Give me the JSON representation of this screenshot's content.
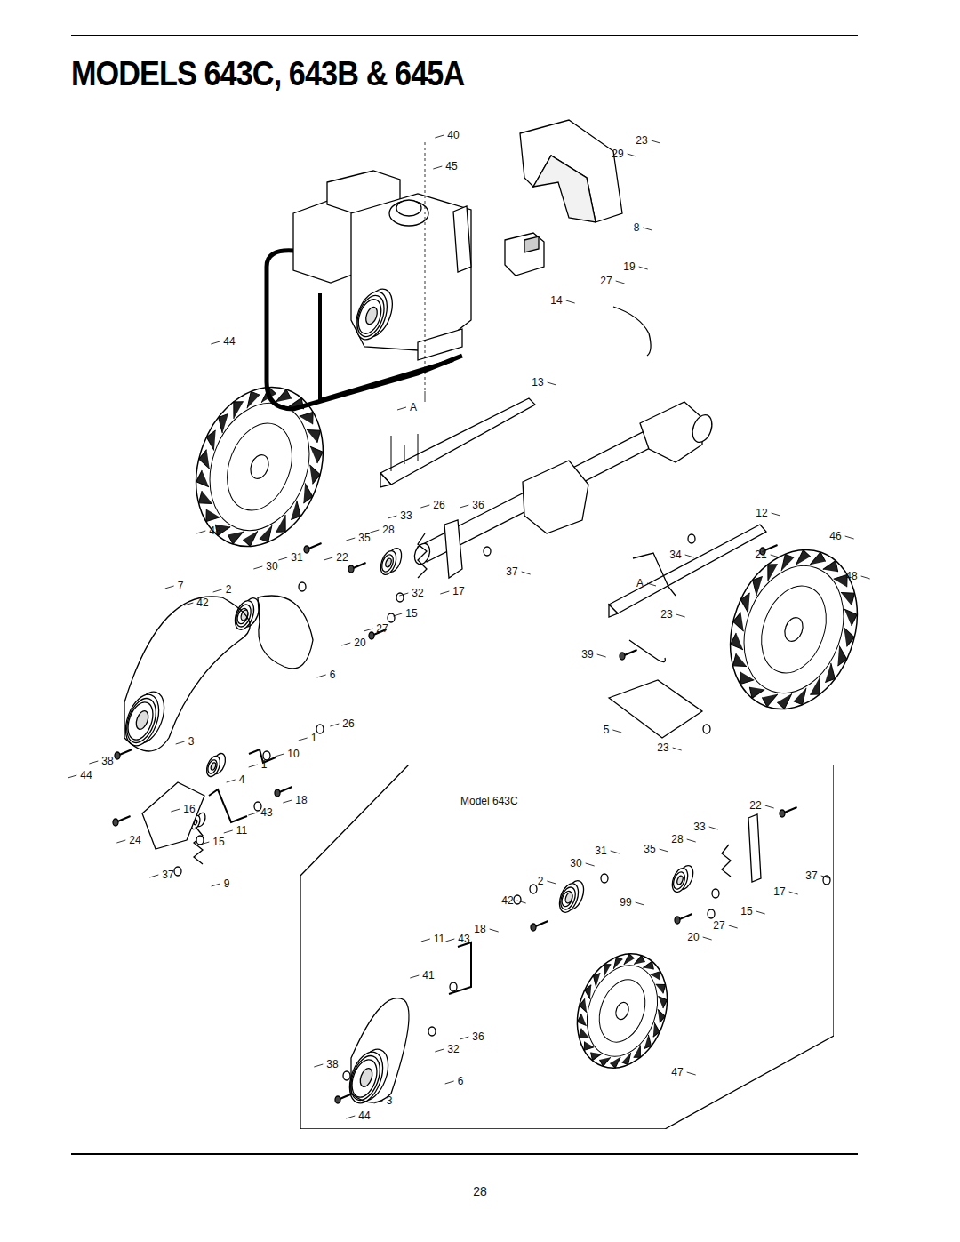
{
  "diagram": {
    "title": "MODELS 643C, 643B & 645A",
    "nodes": [
      {
        "text": [
          "Model 643C"
        ]
      }
    ],
    "labels": [
      "40",
      "45",
      "23",
      "29",
      "8",
      "19",
      "27",
      "14",
      "44",
      "13",
      "A",
      "48",
      "26",
      "36",
      "33",
      "28",
      "35",
      "31",
      "22",
      "30",
      "12",
      "46",
      "34",
      "21",
      "37",
      "7",
      "2",
      "42",
      "32",
      "17",
      "A",
      "48",
      "15",
      "23",
      "27",
      "20",
      "39",
      "6",
      "26",
      "1",
      "10",
      "1",
      "3",
      "5",
      "23",
      "38",
      "44",
      "4",
      "18",
      "43",
      "16",
      "11",
      "24",
      "15",
      "37",
      "9",
      "22",
      "33",
      "31",
      "35",
      "28",
      "30",
      "37",
      "2",
      "42",
      "99",
      "17",
      "18",
      "15",
      "11",
      "43",
      "27",
      "20",
      "41",
      "36",
      "32",
      "38",
      "47",
      "6",
      "3",
      "44",
      "28"
    ]
  }
}
